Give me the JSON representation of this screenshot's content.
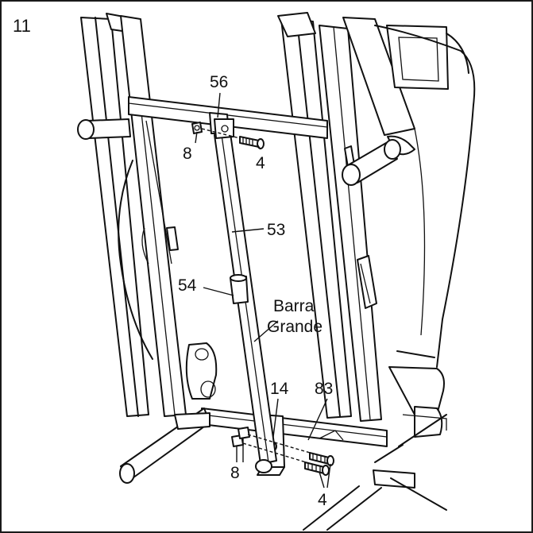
{
  "step_number": "11",
  "parts": {
    "p56": "56",
    "p8_top": "8",
    "p4_top": "4",
    "p53": "53",
    "p54": "54",
    "p14": "14",
    "p83": "83",
    "p8_bottom": "8",
    "p4_bottom": "4"
  },
  "callout": {
    "line1": "Barra",
    "line2": "Grande"
  }
}
